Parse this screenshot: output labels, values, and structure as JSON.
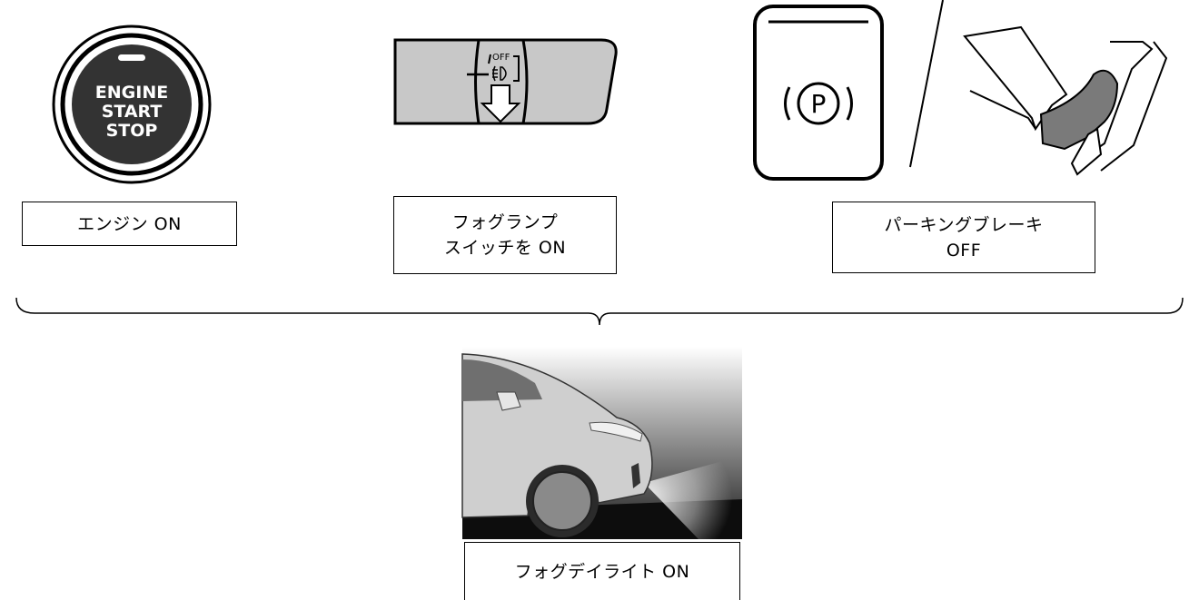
{
  "engine_button": {
    "lines": [
      "ENGINE",
      "START",
      "STOP"
    ],
    "caption": "エンジン ON"
  },
  "fog_switch": {
    "off_label": "OFF",
    "caption_lines": [
      "フォグランプ",
      "スイッチを ON"
    ]
  },
  "parking_brake": {
    "symbol": "P",
    "caption_lines": [
      "パーキングブレーキ",
      "OFF"
    ]
  },
  "result": {
    "caption": "フォグデイライト ON"
  }
}
